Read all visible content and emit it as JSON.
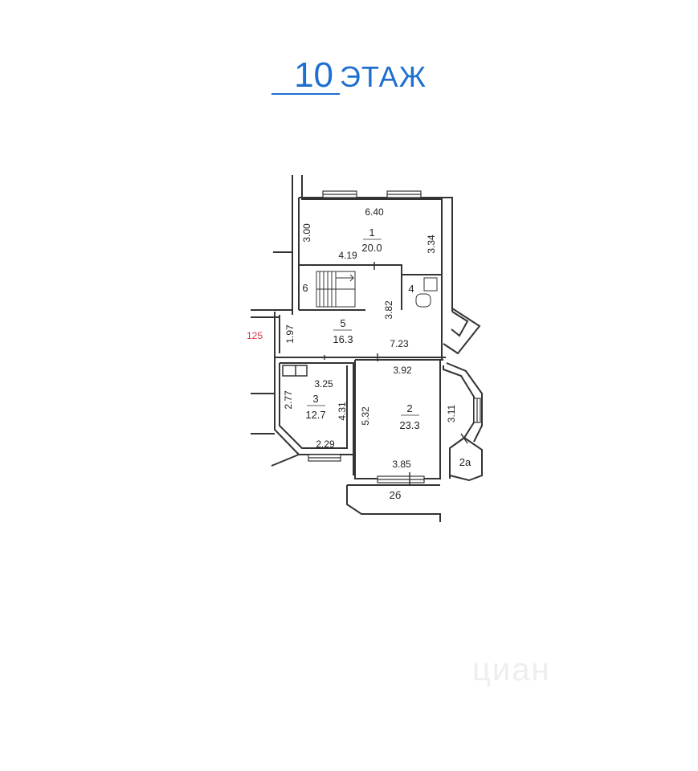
{
  "title": {
    "number": "10",
    "word": "ЭТАЖ"
  },
  "rooms": [
    {
      "id": "1",
      "area": "20.0"
    },
    {
      "id": "2",
      "area": "23.3"
    },
    {
      "id": "3",
      "area": "12.7"
    },
    {
      "id": "4"
    },
    {
      "id": "5",
      "area": "16.3"
    },
    {
      "id": "6"
    },
    {
      "id": "2а"
    },
    {
      "id": "2б"
    }
  ],
  "dimensions": [
    "6.40",
    "3.00",
    "3.34",
    "4.19",
    "3.82",
    "1.97",
    "7.23",
    "3.25",
    "2.77",
    "4.31",
    "3.92",
    "5.32",
    "3.11",
    "2.29",
    "3.85"
  ],
  "marker": "125",
  "watermark": "циан"
}
